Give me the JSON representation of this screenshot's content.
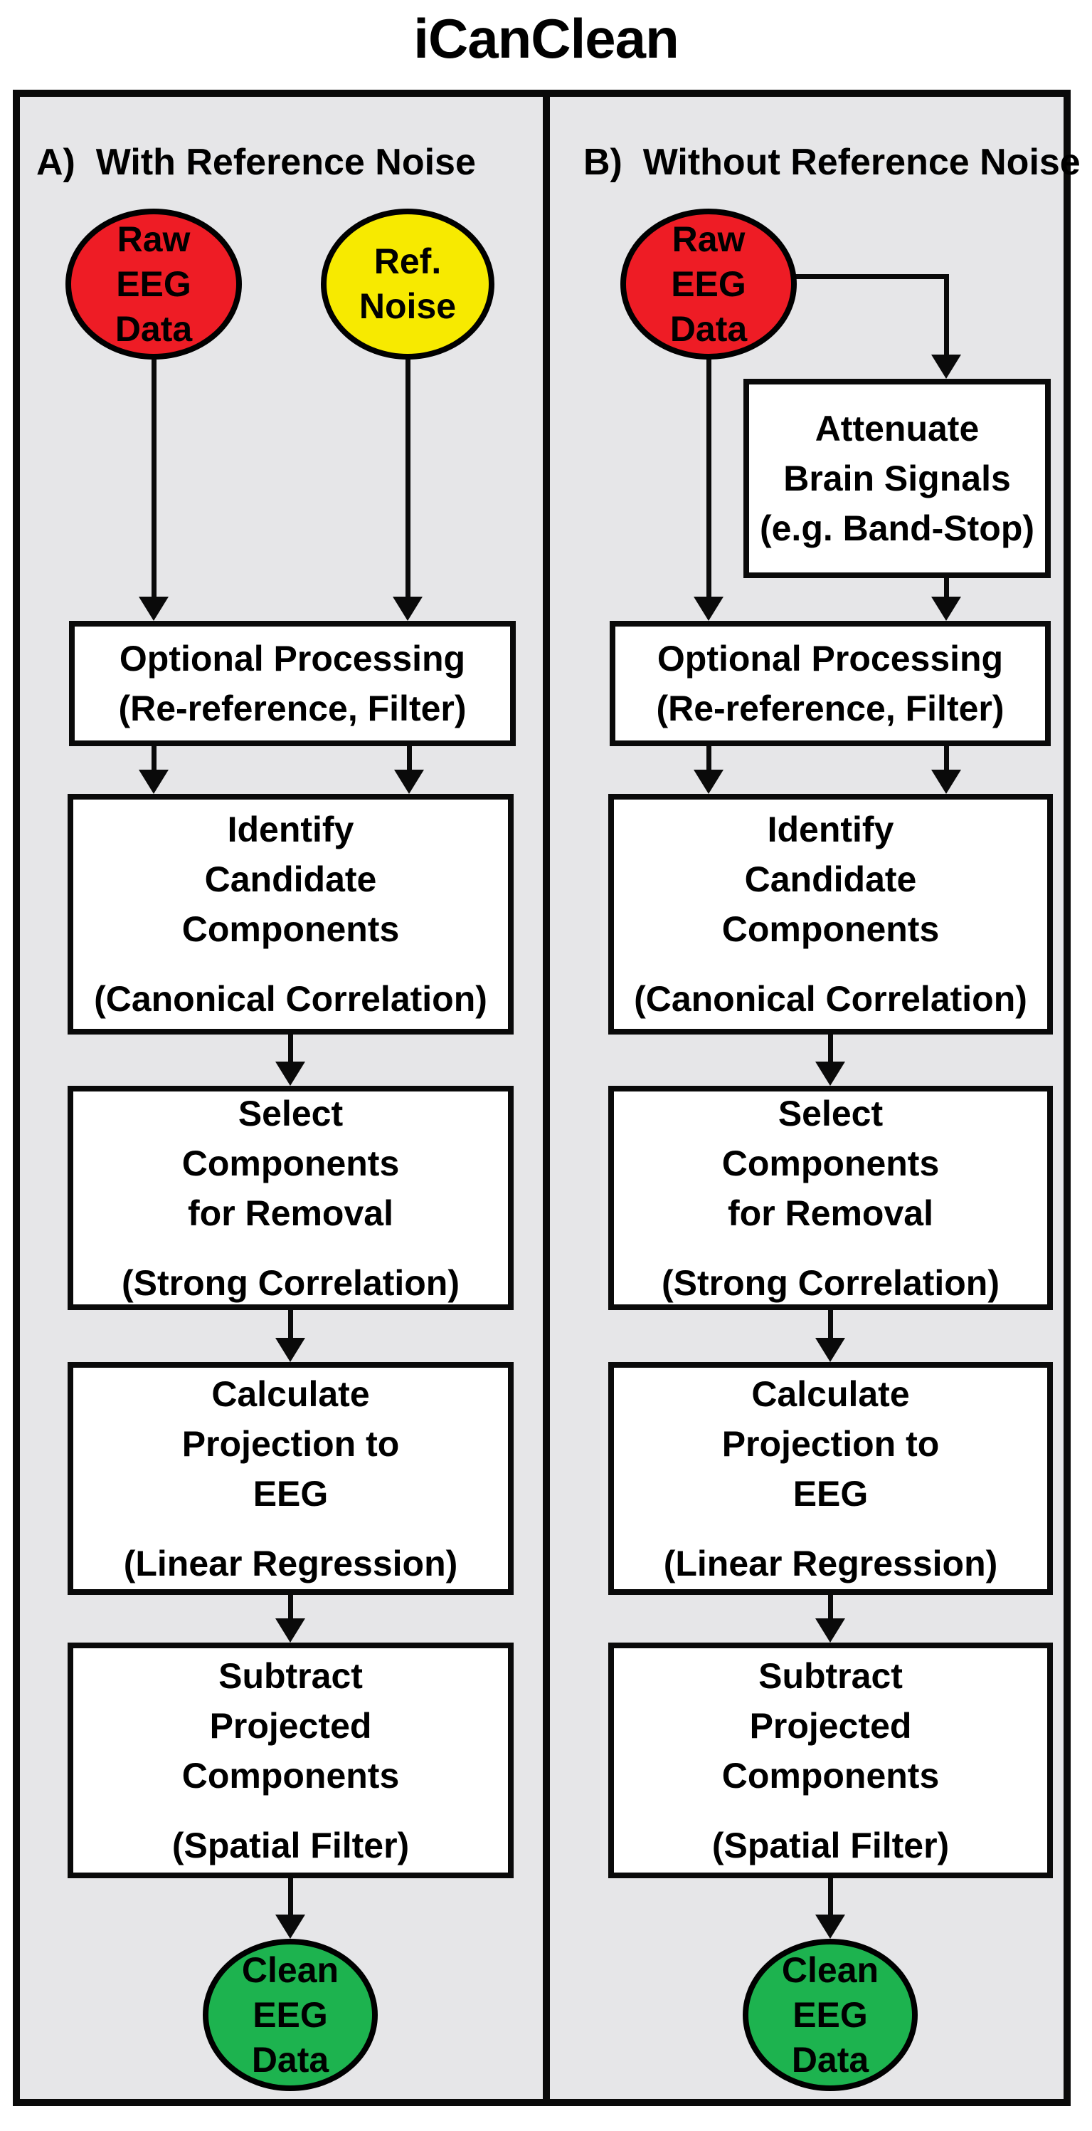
{
  "title": "iCanClean",
  "colors": {
    "raw_eeg_fill": "#ee1c25",
    "ref_noise_fill": "#f7ea00",
    "clean_eeg_fill": "#1db34f",
    "panel_background": "#e6e6e8",
    "line_color": "#0a0a0a",
    "box_fill": "#ffffff"
  },
  "panel_a": {
    "header": "A)  With Reference Noise",
    "raw_eeg": {
      "lines": [
        "Raw",
        "EEG",
        "Data"
      ]
    },
    "ref_noise": {
      "lines": [
        "Ref.",
        "Noise"
      ]
    },
    "optional": {
      "lines": [
        "Optional Processing",
        "(Re-reference, Filter)"
      ]
    },
    "identify": {
      "main": [
        "Identify",
        "Candidate",
        "Components"
      ],
      "sub": "(Canonical Correlation)"
    },
    "select": {
      "main": [
        "Select",
        "Components",
        "for Removal"
      ],
      "sub": "(Strong Correlation)"
    },
    "calculate": {
      "main": [
        "Calculate",
        "Projection to",
        "EEG"
      ],
      "sub": "(Linear Regression)"
    },
    "subtract": {
      "main": [
        "Subtract",
        "Projected",
        "Components"
      ],
      "sub": "(Spatial Filter)"
    },
    "clean_eeg": {
      "lines": [
        "Clean",
        "EEG",
        "Data"
      ]
    }
  },
  "panel_b": {
    "header": "B)  Without Reference Noise",
    "raw_eeg": {
      "lines": [
        "Raw",
        "EEG",
        "Data"
      ]
    },
    "attenuate": {
      "lines": [
        "Attenuate",
        "Brain Signals",
        "(e.g. Band-Stop)"
      ]
    },
    "optional": {
      "lines": [
        "Optional Processing",
        "(Re-reference, Filter)"
      ]
    },
    "identify": {
      "main": [
        "Identify",
        "Candidate",
        "Components"
      ],
      "sub": "(Canonical Correlation)"
    },
    "select": {
      "main": [
        "Select",
        "Components",
        "for Removal"
      ],
      "sub": "(Strong Correlation)"
    },
    "calculate": {
      "main": [
        "Calculate",
        "Projection to",
        "EEG"
      ],
      "sub": "(Linear Regression)"
    },
    "subtract": {
      "main": [
        "Subtract",
        "Projected",
        "Components"
      ],
      "sub": "(Spatial Filter)"
    },
    "clean_eeg": {
      "lines": [
        "Clean",
        "EEG",
        "Data"
      ]
    }
  }
}
